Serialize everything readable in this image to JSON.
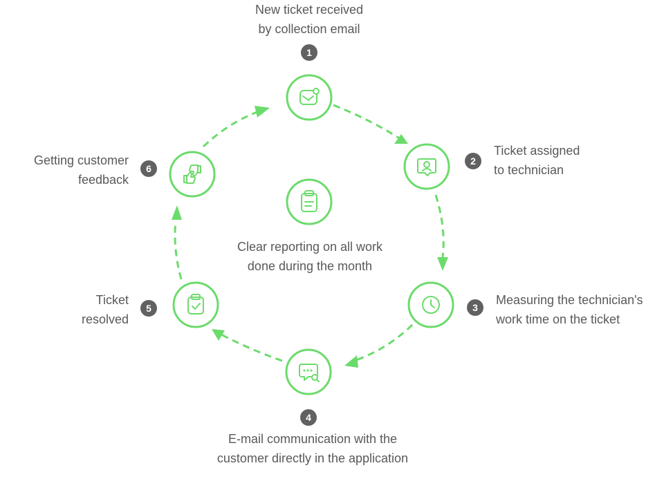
{
  "accent_color": "#6bdb6b",
  "badge_color": "#616161",
  "text_color": "#595959",
  "center": {
    "icon": "clipboard-icon",
    "lines": [
      "Clear reporting on all work",
      "done during the month"
    ]
  },
  "steps": [
    {
      "number": "1",
      "icon": "mail-notification-icon",
      "lines": [
        "New ticket received",
        "by collection email"
      ]
    },
    {
      "number": "2",
      "icon": "user-badge-icon",
      "lines": [
        "Ticket assigned",
        "to technician"
      ]
    },
    {
      "number": "3",
      "icon": "clock-icon",
      "lines": [
        "Measuring the technician's",
        "work time on the ticket"
      ]
    },
    {
      "number": "4",
      "icon": "chat-search-icon",
      "lines": [
        "E-mail communication with the",
        "customer directly in the application"
      ]
    },
    {
      "number": "5",
      "icon": "clipboard-check-icon",
      "lines": [
        "Ticket",
        "resolved"
      ]
    },
    {
      "number": "6",
      "icon": "thumbs-up-down-icon",
      "lines": [
        "Getting customer",
        "feedback"
      ]
    }
  ]
}
